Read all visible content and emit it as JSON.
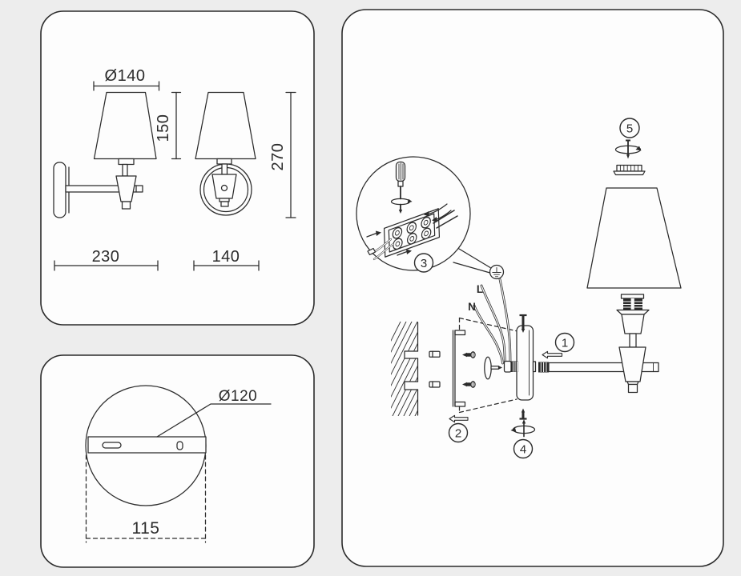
{
  "document_type": "wall-lamp-installation-manual",
  "colors": {
    "background": "#ededed",
    "panel": "#fdfdfd",
    "line": "#2b2b2b"
  },
  "dimension_view": {
    "shade_diameter": "Ø140",
    "shade_height": "150",
    "total_height": "270",
    "depth": "230",
    "width": "140"
  },
  "base_plate_view": {
    "plate_diameter": "Ø120",
    "hole_spacing": "115"
  },
  "installation_view": {
    "steps": {
      "s1": "1",
      "s2": "2",
      "s3": "3",
      "s4": "4",
      "s5": "5"
    },
    "wires": {
      "live": "L",
      "neutral": "N"
    }
  }
}
